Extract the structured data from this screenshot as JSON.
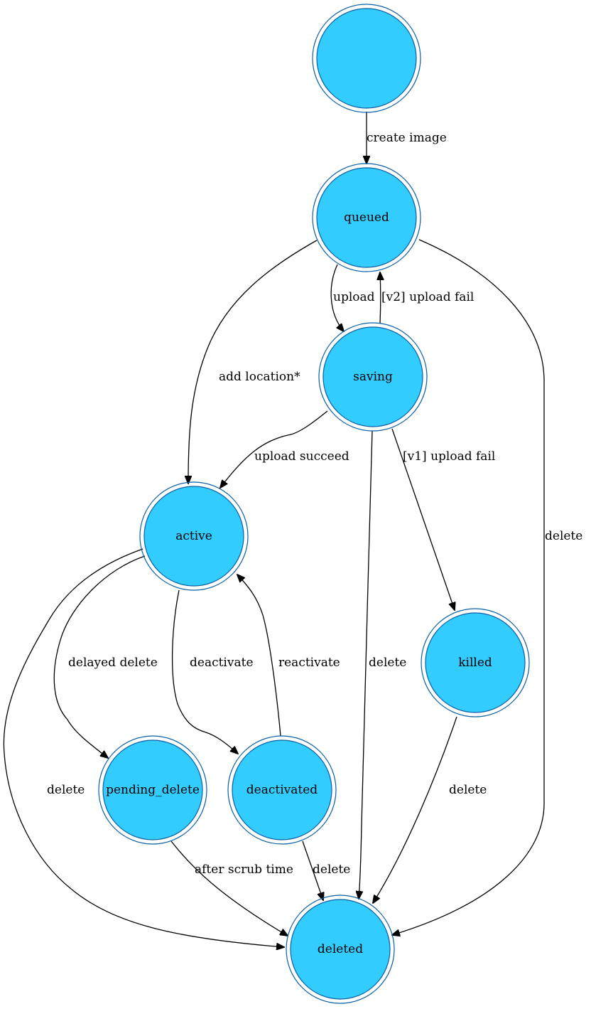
{
  "colors": {
    "node_fill": "#33ccff",
    "node_stroke": "#0b5fa5",
    "edge": "#000000"
  },
  "nodes": {
    "start": {
      "label": ""
    },
    "queued": {
      "label": "queued"
    },
    "saving": {
      "label": "saving"
    },
    "active": {
      "label": "active"
    },
    "killed": {
      "label": "killed"
    },
    "pending_delete": {
      "label": "pending_delete"
    },
    "deactivated": {
      "label": "deactivated"
    },
    "deleted": {
      "label": "deleted"
    }
  },
  "edges": {
    "create_image": "create image",
    "upload": "upload",
    "v2_upload_fail": "[v2] upload fail",
    "add_location": "add location*",
    "upload_succeed": "upload succeed",
    "v1_upload_fail": "[v1] upload fail",
    "queued_delete": "delete",
    "delayed_delete": "delayed delete",
    "deactivate": "deactivate",
    "reactivate": "reactivate",
    "saving_delete": "delete",
    "active_delete": "delete",
    "killed_delete": "delete",
    "after_scrub_time": "after scrub time",
    "deactivated_delete": "delete"
  }
}
